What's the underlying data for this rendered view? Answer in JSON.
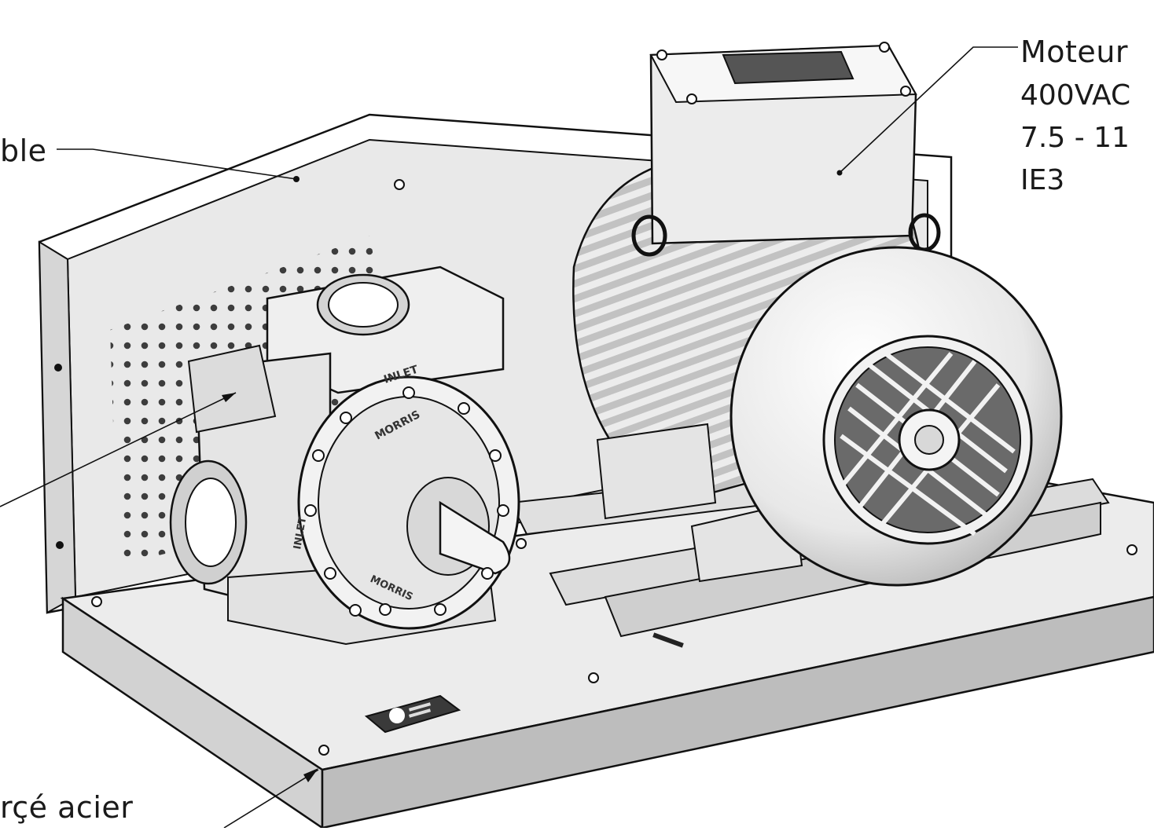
{
  "labels": {
    "top_left": "ble",
    "motor_line1": "Moteur",
    "motor_line2": "400VAC",
    "motor_line3": "7.5 - 11",
    "motor_line4": "IE3",
    "bottom_left": "rçé acier"
  },
  "pump_markings": {
    "inlet_top": "INLET",
    "inlet_side": "INLET",
    "brand": "MORRIS",
    "brand_lower": "MORRIS"
  },
  "colors": {
    "line": "#111111",
    "metal_light": "#f2f2f2",
    "metal_mid": "#d9d9d9",
    "metal_dark": "#a8a8a8"
  }
}
